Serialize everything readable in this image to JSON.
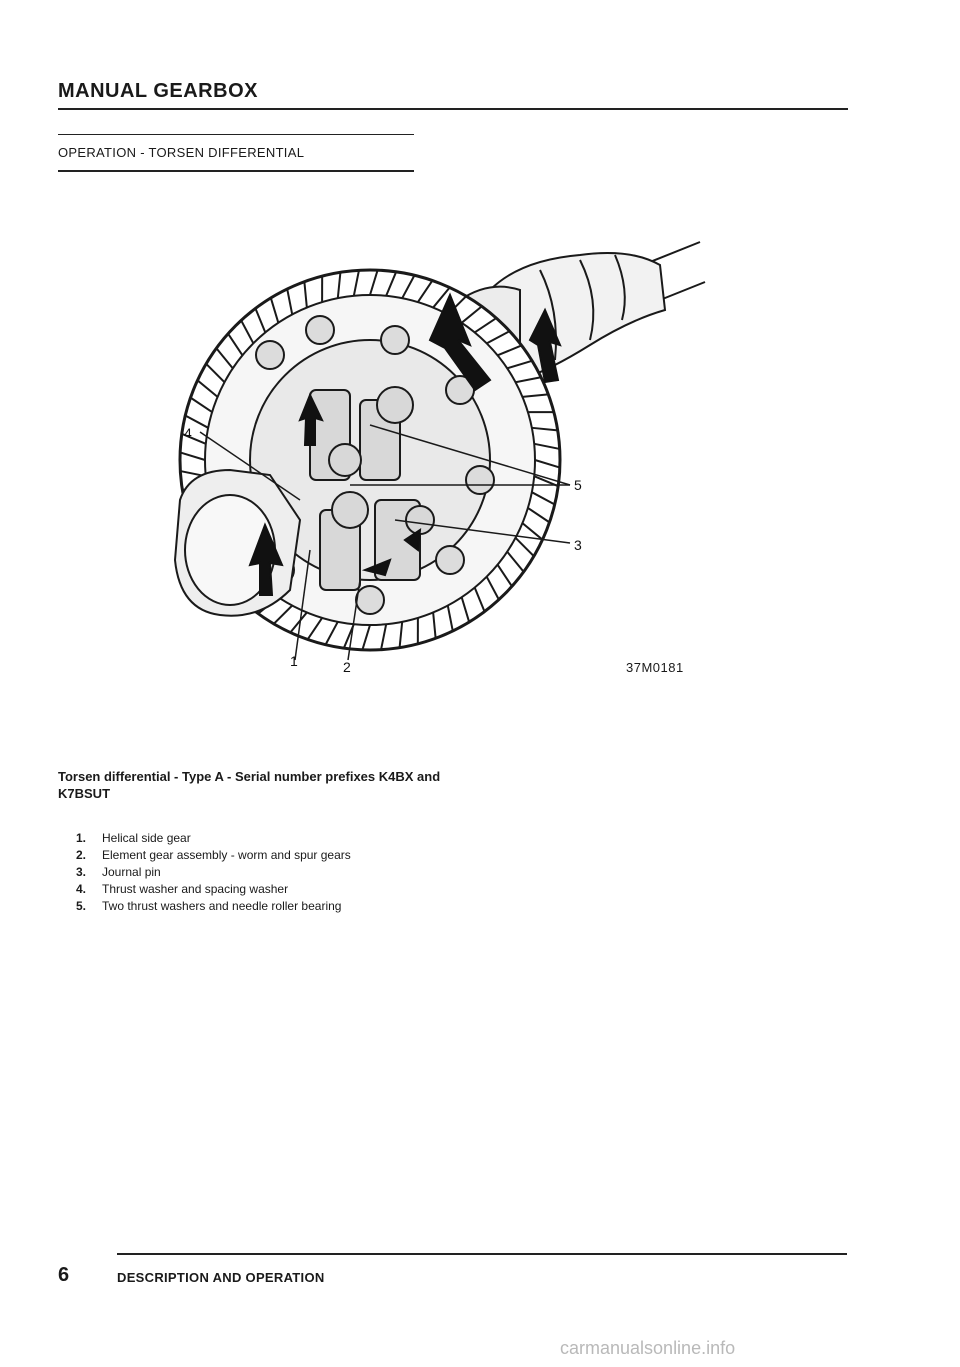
{
  "header": {
    "title": "MANUAL GEARBOX",
    "section": "OPERATION - TORSEN DIFFERENTIAL"
  },
  "figure": {
    "code": "37M0181",
    "callouts": [
      "1",
      "2",
      "3",
      "4",
      "5"
    ]
  },
  "caption": "Torsen differential - Type A - Serial number prefixes K4BX and K7BSUT",
  "parts": [
    {
      "num": "1.",
      "text": "Helical side gear"
    },
    {
      "num": "2.",
      "text": "Element gear assembly - worm and spur gears"
    },
    {
      "num": "3.",
      "text": "Journal pin"
    },
    {
      "num": "4.",
      "text": "Thrust washer and spacing washer"
    },
    {
      "num": "5.",
      "text": "Two thrust washers and needle roller bearing"
    }
  ],
  "footer": {
    "page": "6",
    "title": "DESCRIPTION AND OPERATION"
  },
  "watermark": "carmanualsonline.info"
}
